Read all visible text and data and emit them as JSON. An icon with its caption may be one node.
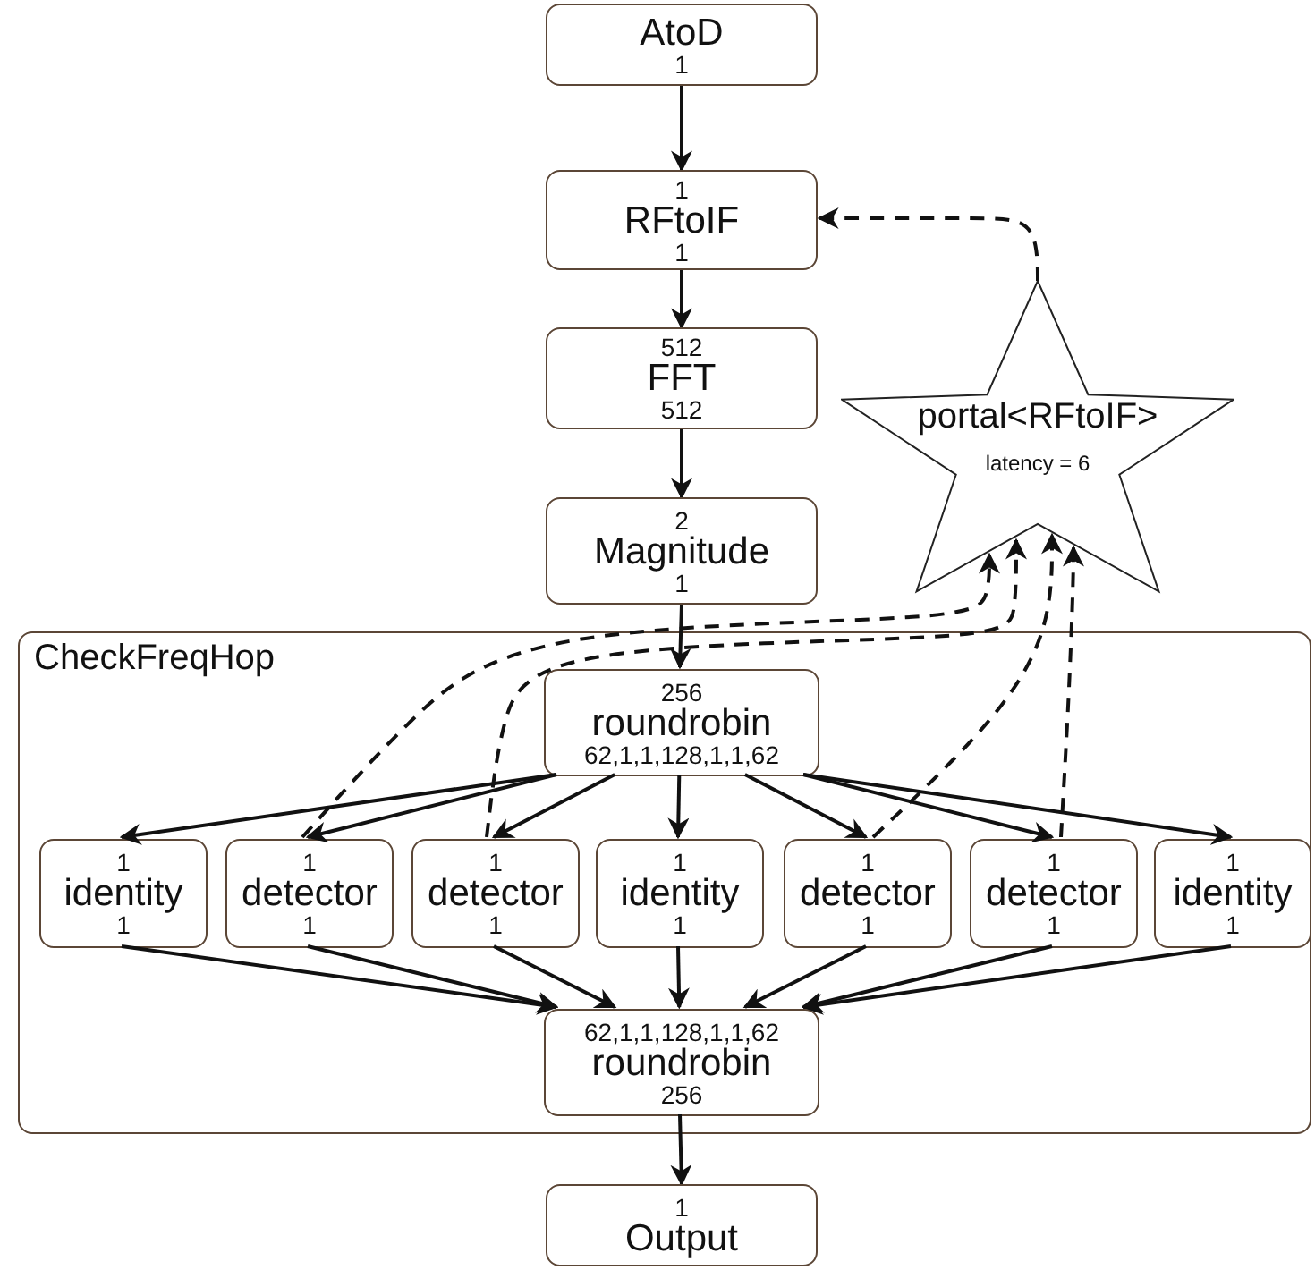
{
  "diagram": {
    "nodes": [
      {
        "text": [
          "AtoD",
          "1"
        ]
      },
      {
        "text": [
          "1",
          "RFtoIF",
          "1"
        ]
      },
      {
        "text": [
          "512",
          "FFT",
          "512"
        ]
      },
      {
        "text": [
          "2",
          "Magnitude",
          "1"
        ]
      },
      {
        "text": [
          "portal<RFtoIF>",
          "latency = 6"
        ]
      },
      {
        "text": [
          "CheckFreqHop"
        ]
      },
      {
        "text": [
          "256",
          "roundrobin",
          "62,1,1,128,1,1,62"
        ],
        "in": 5
      },
      {
        "text": [
          "1",
          "identity",
          "1"
        ],
        "in": 5
      },
      {
        "text": [
          "1",
          "detector",
          "1"
        ],
        "in": 5
      },
      {
        "text": [
          "1",
          "detector",
          "1"
        ],
        "in": 5
      },
      {
        "text": [
          "1",
          "identity",
          "1"
        ],
        "in": 5
      },
      {
        "text": [
          "1",
          "detector",
          "1"
        ],
        "in": 5
      },
      {
        "text": [
          "1",
          "detector",
          "1"
        ],
        "in": 5
      },
      {
        "text": [
          "1",
          "identity",
          "1"
        ],
        "in": 5
      },
      {
        "text": [
          "62,1,1,128,1,1,62",
          "roundrobin",
          "256"
        ],
        "in": 5
      },
      {
        "text": [
          "1",
          "Output"
        ]
      }
    ],
    "edges": [
      {
        "from": 0,
        "to": 1,
        "arrow": "to"
      },
      {
        "from": 1,
        "to": 2,
        "arrow": "to"
      },
      {
        "from": 2,
        "to": 3,
        "arrow": "to"
      },
      {
        "from": 3,
        "to": 6,
        "arrow": "to"
      },
      {
        "from": 6,
        "to": 7,
        "arrow": "to"
      },
      {
        "from": 6,
        "to": 8,
        "arrow": "to"
      },
      {
        "from": 6,
        "to": 9,
        "arrow": "to"
      },
      {
        "from": 6,
        "to": 10,
        "arrow": "to"
      },
      {
        "from": 6,
        "to": 11,
        "arrow": "to"
      },
      {
        "from": 6,
        "to": 12,
        "arrow": "to"
      },
      {
        "from": 6,
        "to": 13,
        "arrow": "to"
      },
      {
        "from": 7,
        "to": 14,
        "arrow": "to"
      },
      {
        "from": 8,
        "to": 14,
        "arrow": "to"
      },
      {
        "from": 9,
        "to": 14,
        "arrow": "to"
      },
      {
        "from": 10,
        "to": 14,
        "arrow": "to"
      },
      {
        "from": 11,
        "to": 14,
        "arrow": "to"
      },
      {
        "from": 12,
        "to": 14,
        "arrow": "to"
      },
      {
        "from": 13,
        "to": 14,
        "arrow": "to"
      },
      {
        "from": 14,
        "to": 15,
        "arrow": "to"
      },
      {
        "from": 4,
        "to": 1,
        "arrow": "to",
        "style": "dashed"
      },
      {
        "from": 8,
        "to": 4,
        "arrow": "to",
        "style": "dashed"
      },
      {
        "from": 9,
        "to": 4,
        "arrow": "to",
        "style": "dashed"
      },
      {
        "from": 11,
        "to": 4,
        "arrow": "to",
        "style": "dashed"
      },
      {
        "from": 12,
        "to": 4,
        "arrow": "to",
        "style": "dashed"
      }
    ]
  }
}
